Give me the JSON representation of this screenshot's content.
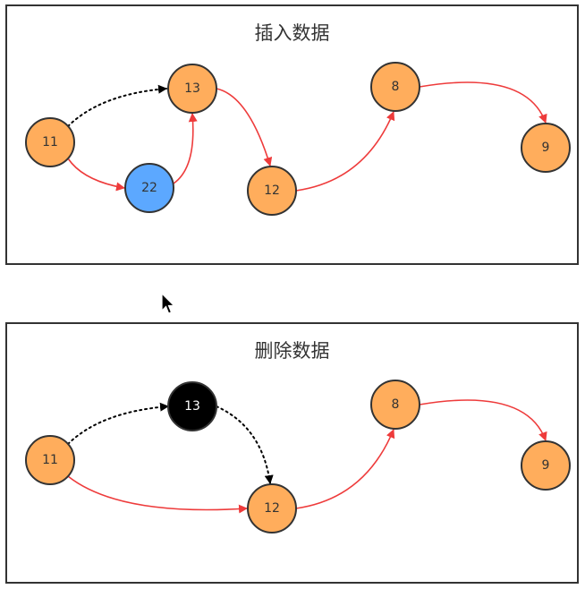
{
  "insert_panel": {
    "title": "插入数据",
    "nodes": [
      {
        "id": "n11",
        "label": "11",
        "state": "normal"
      },
      {
        "id": "n13",
        "label": "13",
        "state": "normal"
      },
      {
        "id": "n22",
        "label": "22",
        "state": "inserted"
      },
      {
        "id": "n12",
        "label": "12",
        "state": "normal"
      },
      {
        "id": "n8",
        "label": "8",
        "state": "normal"
      },
      {
        "id": "n9",
        "label": "9",
        "state": "normal"
      }
    ],
    "links": [
      {
        "from": "n11",
        "to": "n13",
        "style": "dotted"
      },
      {
        "from": "n11",
        "to": "n22",
        "style": "solid"
      },
      {
        "from": "n22",
        "to": "n13",
        "style": "solid"
      },
      {
        "from": "n13",
        "to": "n12",
        "style": "solid"
      },
      {
        "from": "n12",
        "to": "n8",
        "style": "solid"
      },
      {
        "from": "n8",
        "to": "n9",
        "style": "solid"
      }
    ]
  },
  "delete_panel": {
    "title": "删除数据",
    "nodes": [
      {
        "id": "n11",
        "label": "11",
        "state": "normal"
      },
      {
        "id": "n13",
        "label": "13",
        "state": "deleted"
      },
      {
        "id": "n12",
        "label": "12",
        "state": "normal"
      },
      {
        "id": "n8",
        "label": "8",
        "state": "normal"
      },
      {
        "id": "n9",
        "label": "9",
        "state": "normal"
      }
    ],
    "links": [
      {
        "from": "n11",
        "to": "n13",
        "style": "dotted"
      },
      {
        "from": "n13",
        "to": "n12",
        "style": "dotted"
      },
      {
        "from": "n11",
        "to": "n12",
        "style": "solid"
      },
      {
        "from": "n12",
        "to": "n8",
        "style": "solid"
      },
      {
        "from": "n8",
        "to": "n9",
        "style": "solid"
      }
    ]
  },
  "colors": {
    "node_normal": "#FFAD5C",
    "node_inserted": "#5CA8FF",
    "node_deleted": "#000000",
    "node_stroke": "#333333",
    "link_solid": "#EE3B3B",
    "link_dotted": "#000000",
    "label_dark": "#333333",
    "label_light": "#ffffff"
  },
  "icons": {
    "cursor": "mouse-pointer-icon"
  }
}
